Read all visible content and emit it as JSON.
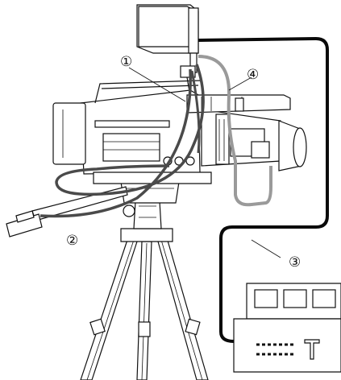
{
  "callouts": {
    "c1": "①",
    "c2": "②",
    "c3": "③",
    "c4": "④"
  },
  "cable_colors": {
    "black_cable": "#0a0a0a",
    "dark_gray_cable": "#4a4a4a",
    "light_gray_cable": "#9a9a9a"
  }
}
